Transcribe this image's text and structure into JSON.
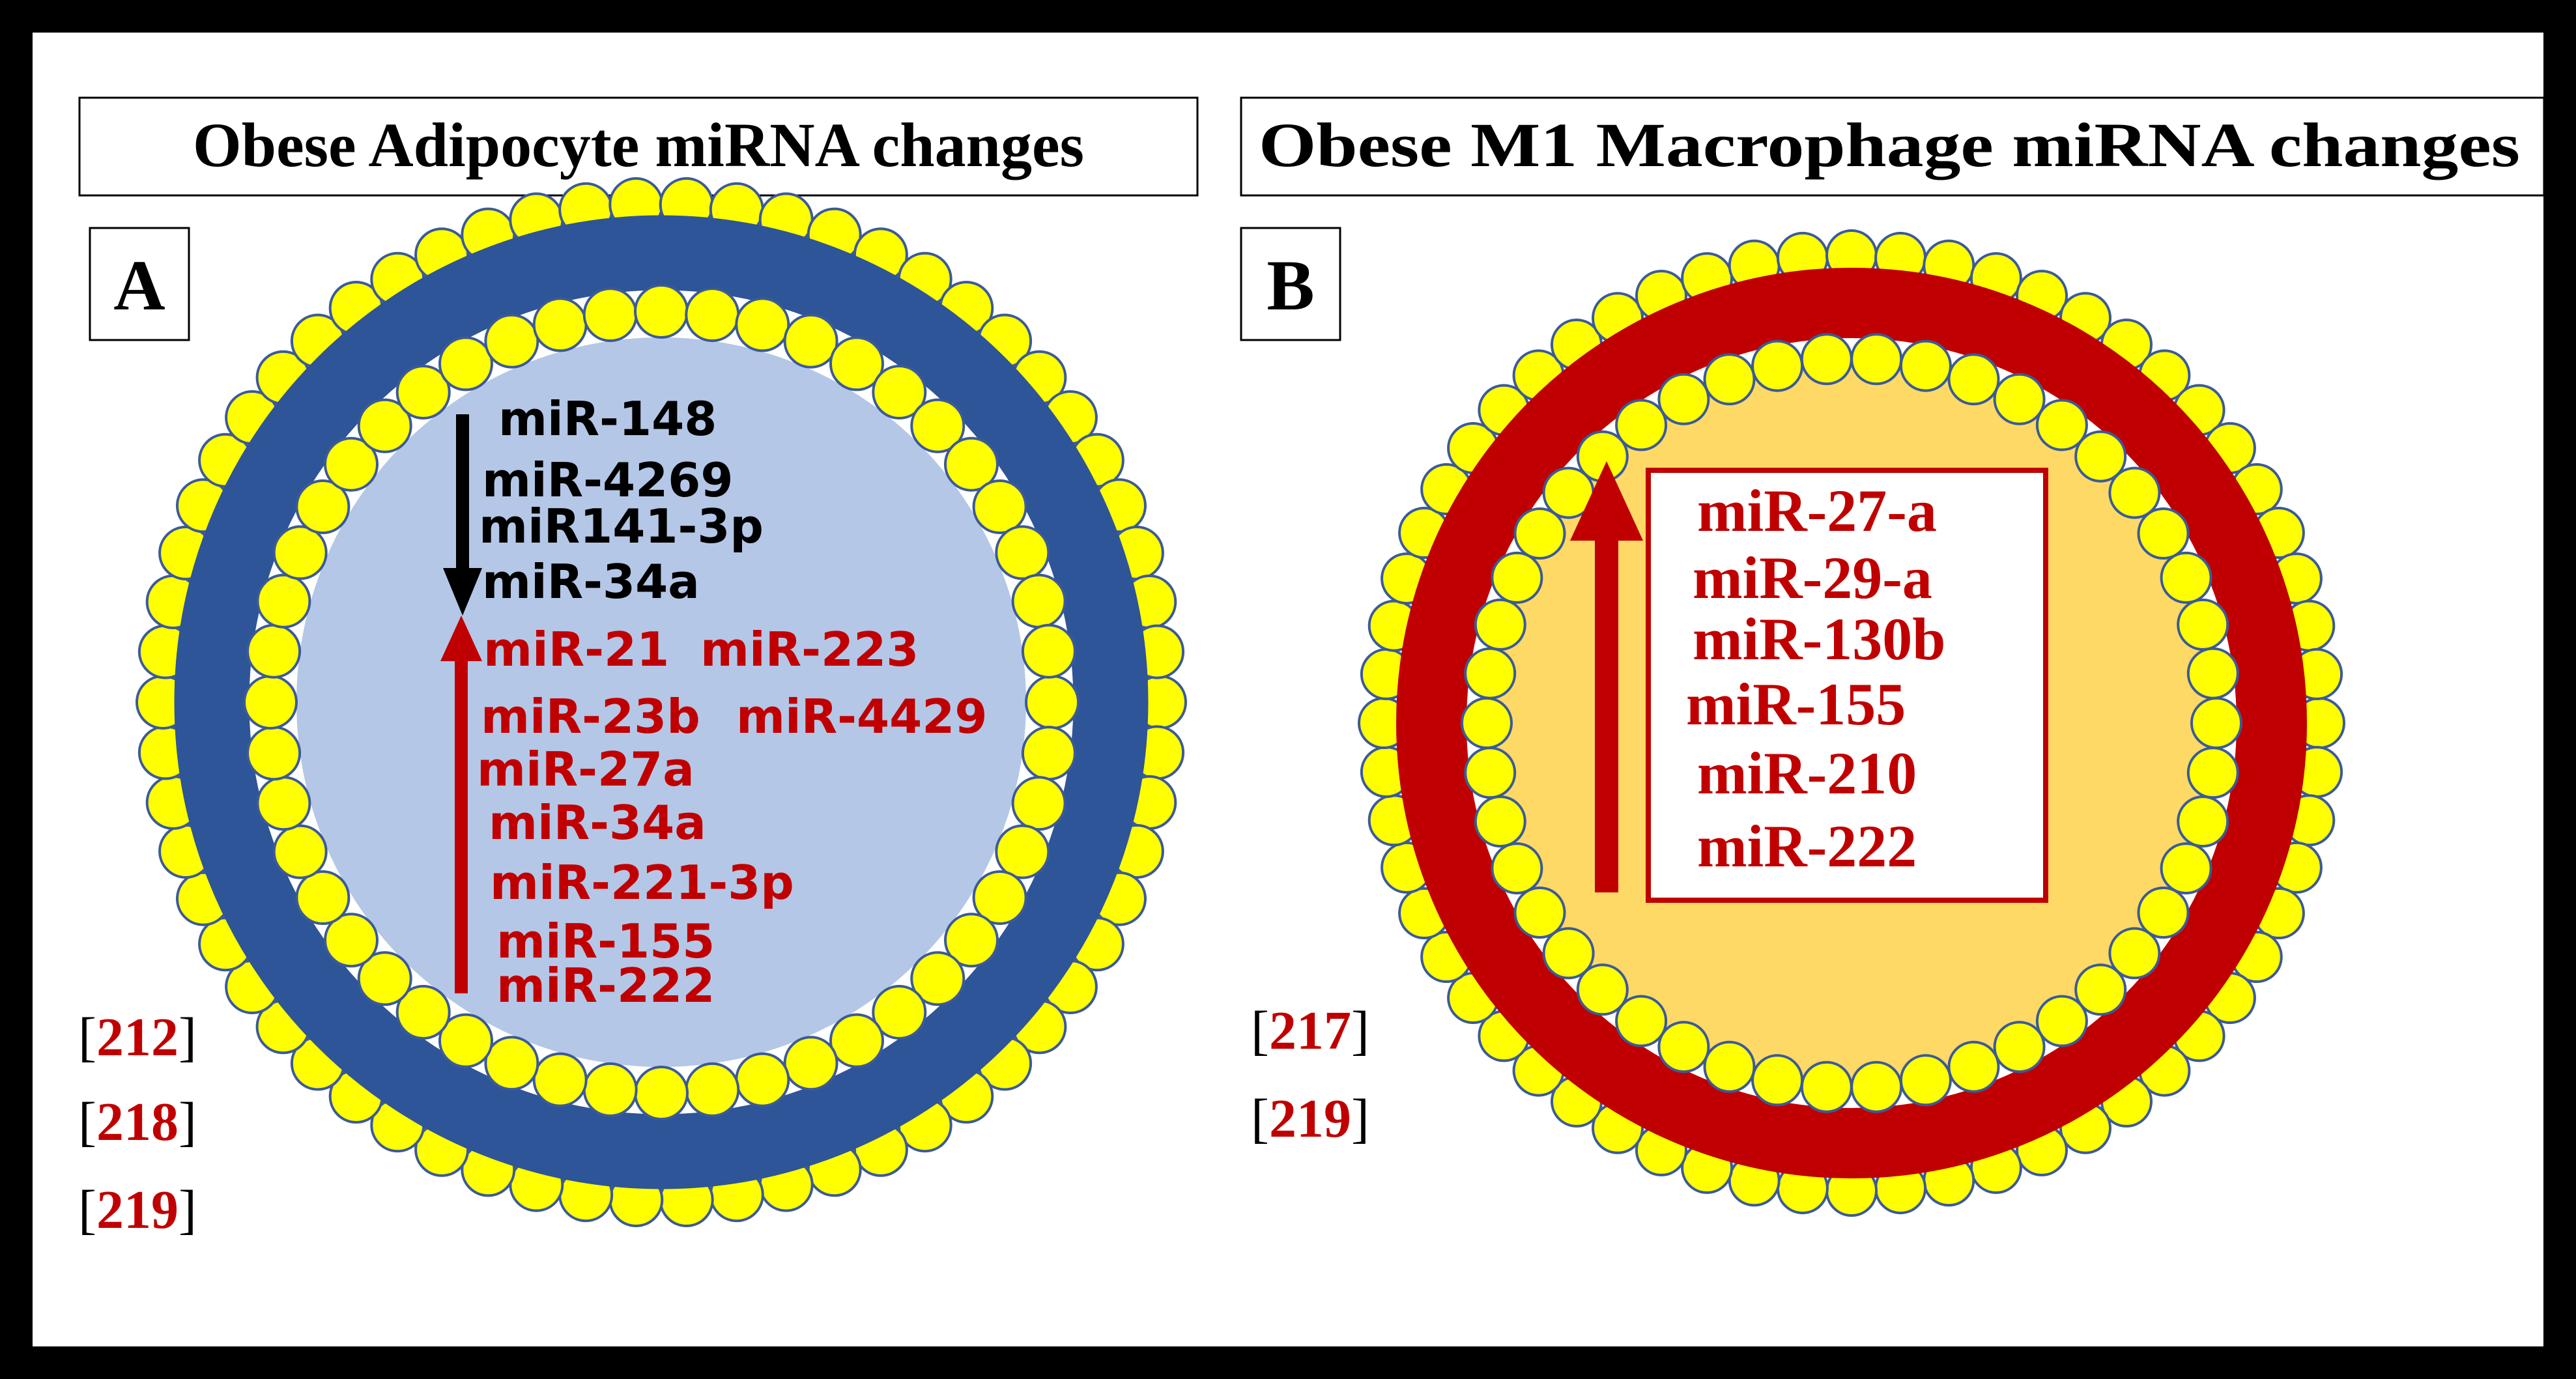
{
  "colors": {
    "frame": "#000000",
    "bead_fill": "#ffff00",
    "bead_stroke": "#3b5a9a",
    "panel_a_ring": "#2e5597",
    "panel_a_core": "#b4c7e7",
    "panel_b_ring": "#c00000",
    "panel_b_core": "#ffd966",
    "down_text": "#000000",
    "up_text": "#c00000"
  },
  "panel_a": {
    "title": "Obese Adipocyte miRNA changes",
    "label": "A",
    "down_mirnas": [
      "miR-148",
      "miR-4269",
      "miR141-3p",
      "miR-34a"
    ],
    "up_mirnas": [
      "miR-21",
      "miR-223",
      "miR-23b",
      "miR-4429",
      "miR-27a",
      "miR-34a",
      "miR-221-3p",
      "miR-155",
      "miR-222"
    ],
    "refs": [
      {
        "open": "[",
        "num": "212",
        "close": "]"
      },
      {
        "open": "[",
        "num": "218",
        "close": "]"
      },
      {
        "open": "[",
        "num": "219",
        "close": "]"
      }
    ]
  },
  "panel_b": {
    "title": "Obese M1 Macrophage miRNA changes",
    "label": "B",
    "up_mirnas": [
      "miR-27-a",
      "miR-29-a",
      "miR-130b",
      "miR-155",
      "miR-210",
      "miR-222"
    ],
    "refs": [
      {
        "open": "[",
        "num": "217",
        "close": "]"
      },
      {
        "open": "[",
        "num": "219",
        "close": "]"
      }
    ]
  }
}
